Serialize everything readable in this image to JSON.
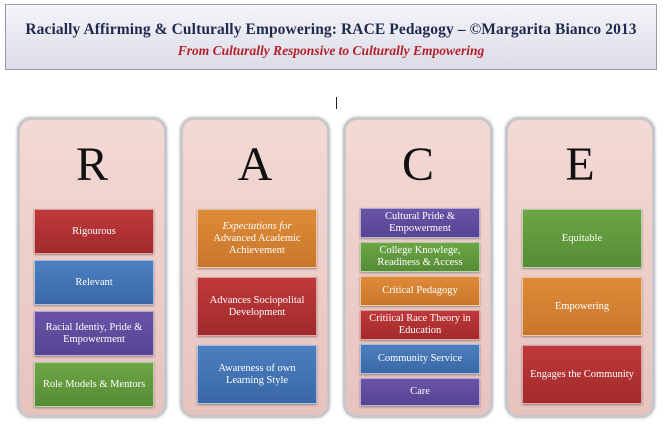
{
  "header": {
    "title": "Racially Affirming & Culturally Empowering: RACE Pedagogy – ©Margarita Bianco 2013",
    "subtitle": "From Culturally Responsive to Culturally Empowering"
  },
  "columns": [
    {
      "letter": "R",
      "items": [
        {
          "label": "Rigourous",
          "color": "#b03233"
        },
        {
          "label": "Relevant",
          "color": "#4474b4"
        },
        {
          "label": "Racial Identiy, Pride & Empowerment",
          "color": "#604c9e"
        },
        {
          "label": "Role Models & Mentors",
          "color": "#619a3e"
        }
      ]
    },
    {
      "letter": "A",
      "items": [
        {
          "label_italic": "Expectations for",
          "label": "Advanced Academic Achievement",
          "color": "#d48232"
        },
        {
          "label": "Advances Sociopolital Development",
          "color": "#b03233"
        },
        {
          "label": "Awareness of own Learning Style",
          "color": "#4474b4"
        }
      ]
    },
    {
      "letter": "C",
      "items": [
        {
          "label": "Cultural Pride & Empowerment",
          "color": "#604c9e"
        },
        {
          "label": "College Knowlege, Readiness & Access",
          "color": "#619a3e"
        },
        {
          "label": "Critical Pedagogy",
          "color": "#d48232"
        },
        {
          "label": "Critiical Race Theory in Education",
          "color": "#b03233"
        },
        {
          "label": "Community Service",
          "color": "#4474b4"
        },
        {
          "label": "Care",
          "color": "#604c9e"
        }
      ]
    },
    {
      "letter": "E",
      "items": [
        {
          "label": "Equitable",
          "color": "#619a3e"
        },
        {
          "label": "Empowering",
          "color": "#d48232"
        },
        {
          "label": "Engages the Community",
          "color": "#b03233"
        }
      ]
    }
  ]
}
